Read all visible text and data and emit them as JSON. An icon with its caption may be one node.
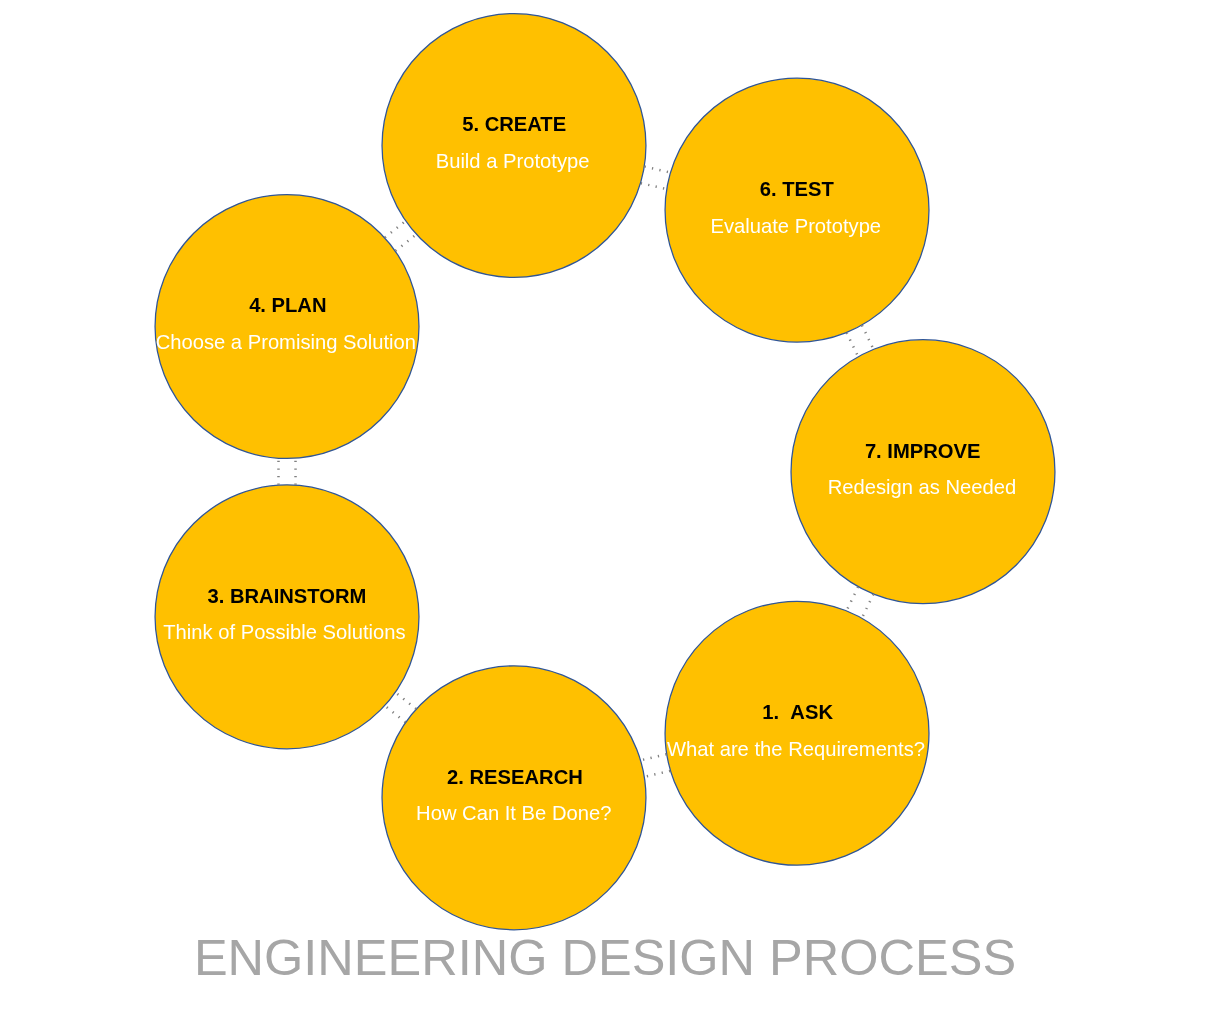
{
  "diagram": {
    "title": "ENGINEERING DESIGN PROCESS",
    "nodes": [
      {
        "text": [
          "1.  ASK",
          "What are the Requirements?"
        ]
      },
      {
        "text": [
          "2. RESEARCH",
          "How Can It Be Done?"
        ]
      },
      {
        "text": [
          "3. BRAINSTORM",
          "Think of Possible Solutions"
        ]
      },
      {
        "text": [
          "4. PLAN",
          "Choose a Promising Solution"
        ]
      },
      {
        "text": [
          "5. CREATE",
          "Build a Prototype"
        ]
      },
      {
        "text": [
          "6. TEST",
          "Evaluate Prototype"
        ]
      },
      {
        "text": [
          "7. IMPROVE",
          "Redesign as Needed"
        ]
      }
    ],
    "edges": [
      {
        "from": 0,
        "to": 1,
        "arrow": "none",
        "style": "dashed"
      },
      {
        "from": 0,
        "to": 1,
        "arrow": "none",
        "style": "dashed"
      },
      {
        "from": 1,
        "to": 2,
        "arrow": "none",
        "style": "dashed"
      },
      {
        "from": 1,
        "to": 2,
        "arrow": "none",
        "style": "dashed"
      },
      {
        "from": 2,
        "to": 3,
        "arrow": "none",
        "style": "dashed"
      },
      {
        "from": 2,
        "to": 3,
        "arrow": "none",
        "style": "dashed"
      },
      {
        "from": 3,
        "to": 4,
        "arrow": "none",
        "style": "dashed"
      },
      {
        "from": 3,
        "to": 4,
        "arrow": "none",
        "style": "dashed"
      },
      {
        "from": 4,
        "to": 5,
        "arrow": "none",
        "style": "dashed"
      },
      {
        "from": 4,
        "to": 5,
        "arrow": "none",
        "style": "dashed"
      },
      {
        "from": 5,
        "to": 6,
        "arrow": "none",
        "style": "dashed"
      },
      {
        "from": 5,
        "to": 6,
        "arrow": "none",
        "style": "dashed"
      },
      {
        "from": 6,
        "to": 0,
        "arrow": "none",
        "style": "dashed"
      },
      {
        "from": 6,
        "to": 0,
        "arrow": "none",
        "style": "dashed"
      }
    ]
  }
}
